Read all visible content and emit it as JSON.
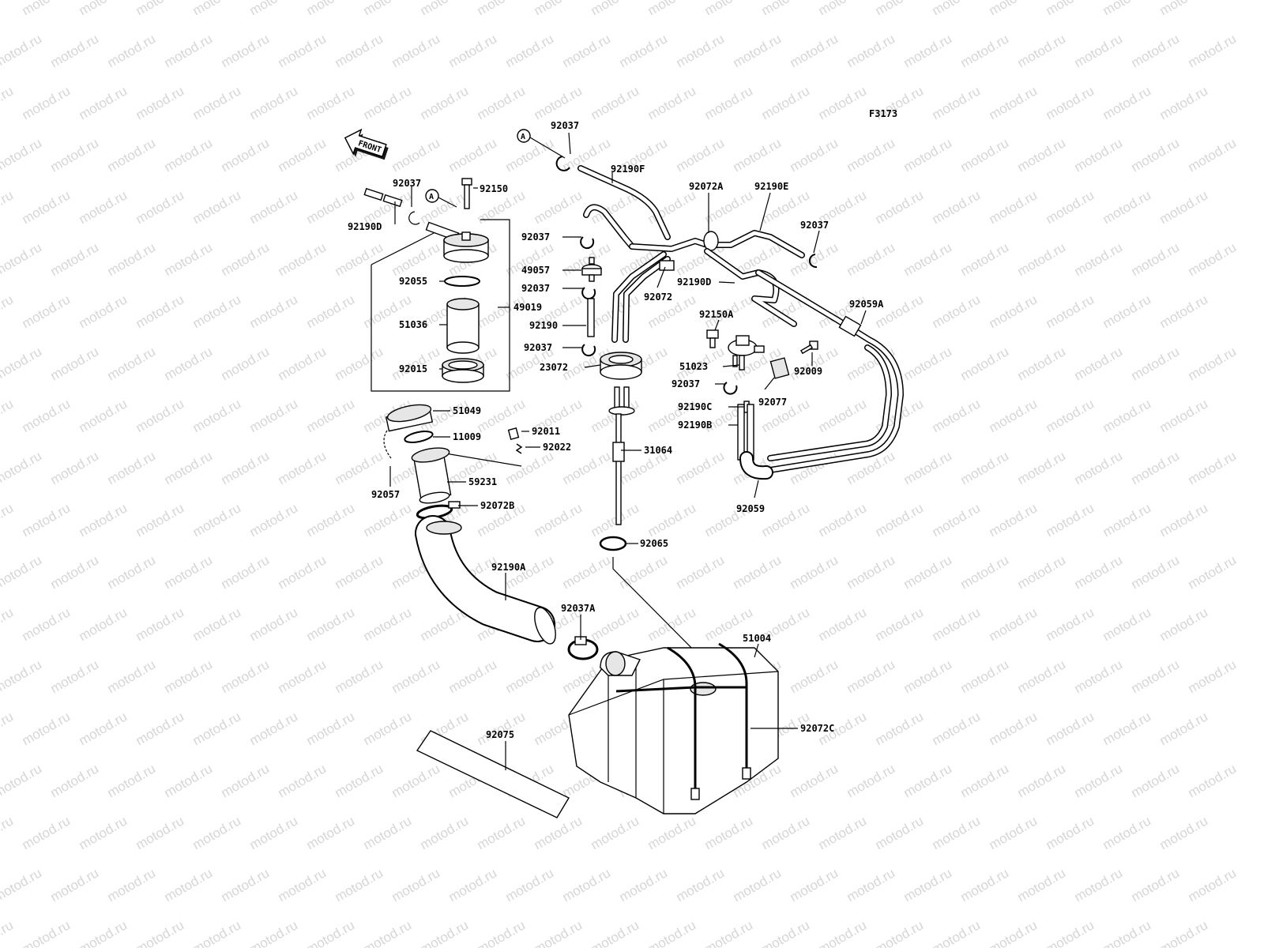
{
  "diagram_code": "F3173",
  "front_label": "FRONT",
  "ref_marker": "A",
  "watermark": "motod.ru",
  "labels": {
    "p92037_top": "92037",
    "p92190F": "92190F",
    "p92037_a": "92037",
    "p92150": "92150",
    "p92190D_left": "92190D",
    "p92072A": "92072A",
    "p92190E": "92190E",
    "p92037_right": "92037",
    "p92037_b": "92037",
    "p49057": "49057",
    "p92037_c": "92037",
    "p92072": "92072",
    "p92190D_mid": "92190D",
    "p92055": "92055",
    "p49019": "49019",
    "p92190": "92190",
    "p51036": "51036",
    "p92059A": "92059A",
    "p92150A": "92150A",
    "p92037_d": "92037",
    "p23072": "23072",
    "p92015": "92015",
    "p51023": "51023",
    "p92009": "92009",
    "p92037_e": "92037",
    "p92077": "92077",
    "p51049": "51049",
    "p92190C": "92190C",
    "p92190B": "92190B",
    "p92011": "92011",
    "p11009": "11009",
    "p92022": "92022",
    "p31064": "31064",
    "p92057": "92057",
    "p59231": "59231",
    "p92072B": "92072B",
    "p92059": "92059",
    "p92065": "92065",
    "p92190A": "92190A",
    "p92037A": "92037A",
    "p51004": "51004",
    "p92072C": "92072C",
    "p92075": "92075"
  }
}
